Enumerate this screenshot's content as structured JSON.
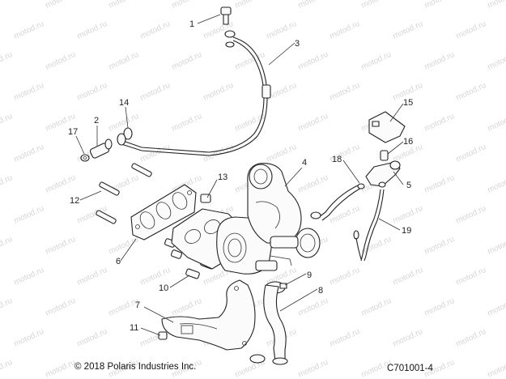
{
  "watermark": "motod.ru",
  "copyright": "© 2018 Polaris Industries Inc.",
  "diagram_id": "C701001-4",
  "callouts": [
    "1",
    "2",
    "3",
    "4",
    "5",
    "6",
    "7",
    "8",
    "9",
    "10",
    "11",
    "12",
    "13",
    "14",
    "15",
    "16",
    "17",
    "18",
    "19"
  ]
}
